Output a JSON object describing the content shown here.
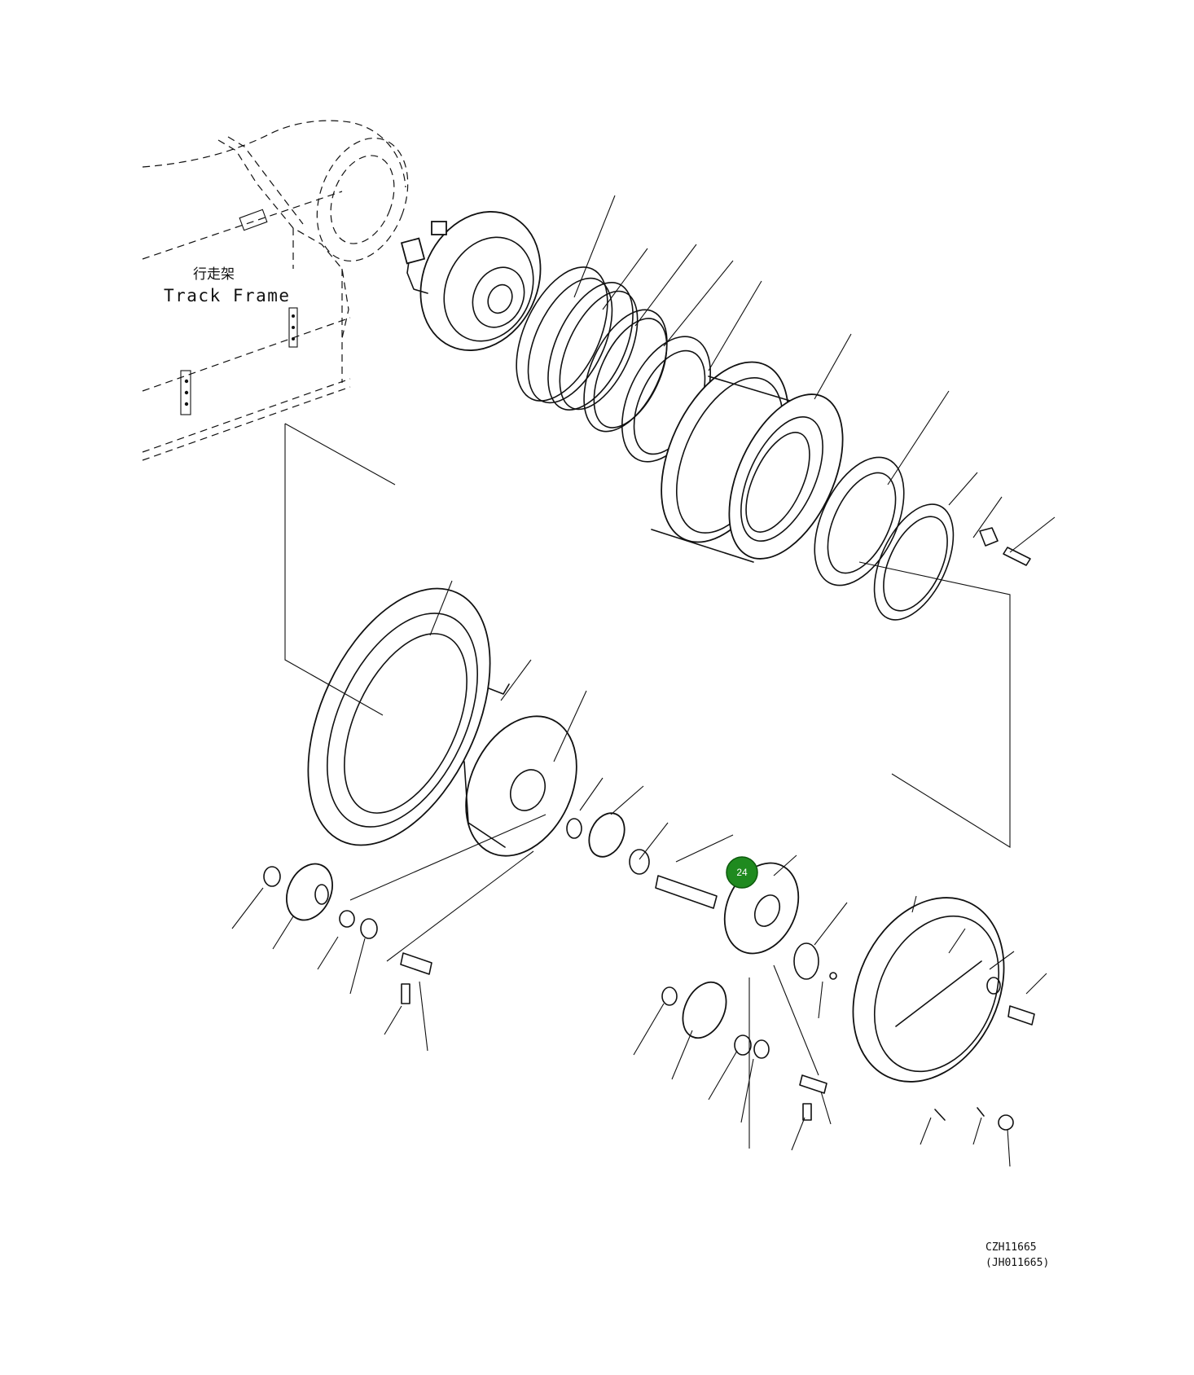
{
  "diagram": {
    "label_cn": "行走架",
    "label_en": "Track Frame",
    "callout_number": "24",
    "drawing_code": "CZH11665",
    "drawing_code_alt": "(JH011665)",
    "callout_color": "#1f8a1f"
  }
}
